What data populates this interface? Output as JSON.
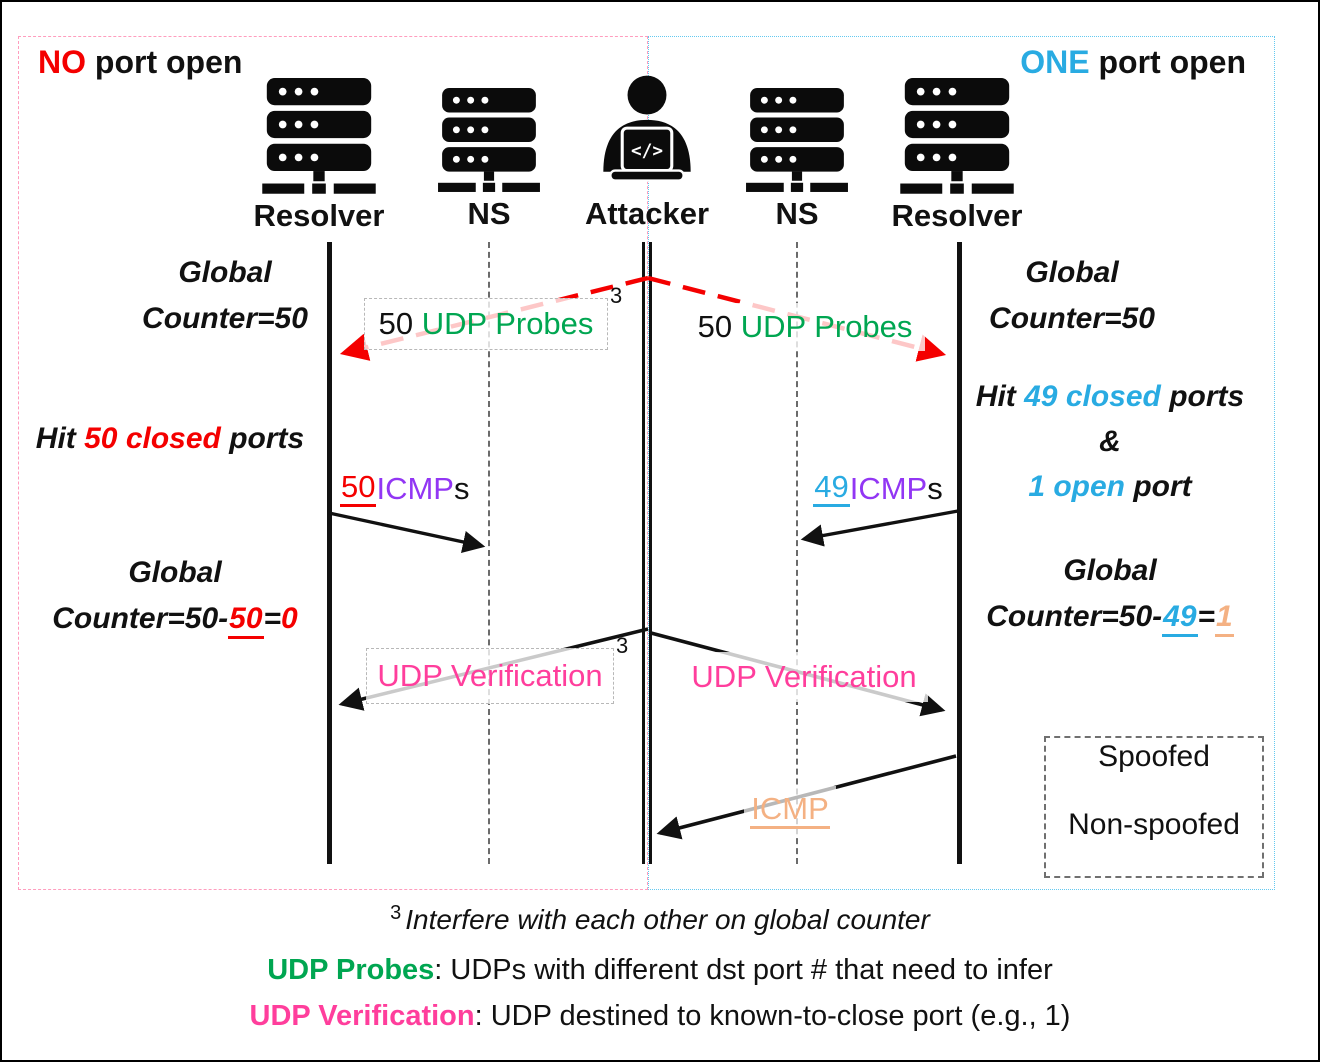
{
  "panels": {
    "left": {
      "title_accent": "NO",
      "title_rest": " port open"
    },
    "right": {
      "title_accent": "ONE",
      "title_rest": " port open"
    }
  },
  "entities": [
    {
      "label": "Resolver",
      "icon": "server-icon"
    },
    {
      "label": "NS",
      "icon": "server-icon"
    },
    {
      "label": "Attacker",
      "icon": "attacker-icon"
    },
    {
      "label": "NS",
      "icon": "server-icon"
    },
    {
      "label": "Resolver",
      "icon": "server-icon"
    }
  ],
  "attacker_icon_code": "</>",
  "left": {
    "counter_top_l1": "Global",
    "counter_top_l2": "Counter=50",
    "hit_pre": "Hit ",
    "hit_accent": "50 closed",
    "hit_post": " ports",
    "counter_bot_l1": "Global",
    "counter_bot_pre": "Counter=50-",
    "counter_bot_sub": "50",
    "counter_bot_eq": "=",
    "counter_bot_res": "0",
    "probes_count": "50 ",
    "probes_label": "UDP Probes",
    "probes_sup": "3",
    "icmp_count": "50",
    "icmp_label": " ICMP",
    "icmp_suffix": "s",
    "verify_label": "UDP Verification",
    "verify_sup": "3"
  },
  "right": {
    "counter_top_l1": "Global",
    "counter_top_l2": "Counter=50",
    "hit_pre": "Hit ",
    "hit_accent": "49 closed",
    "hit_post": " ports",
    "hit_amp": "&",
    "hit2_accent": "1 open",
    "hit2_post": " port",
    "counter_bot_l1": "Global",
    "counter_bot_pre": "Counter=50-",
    "counter_bot_sub": "49",
    "counter_bot_eq": "=",
    "counter_bot_res": "1",
    "probes_count": "50 ",
    "probes_label": "UDP Probes",
    "icmp_count": "49",
    "icmp_label": " ICMP",
    "icmp_suffix": "s",
    "verify_label": "UDP Verification",
    "icmp_reply": "ICMP"
  },
  "legend": {
    "spoofed": "Spoofed",
    "non_spoofed": "Non-spoofed"
  },
  "footnotes": {
    "sup": "3",
    "line1": "Interfere with each other on global counter",
    "line2_accent": "UDP Probes",
    "line2_rest": ": UDPs with different dst port # that need to infer",
    "line3_accent": "UDP Verification",
    "line3_rest": ": UDP destined to known-to-close port (e.g., 1)"
  },
  "colors": {
    "red": "#f40000",
    "green": "#00a651",
    "pink": "#ff3e9c",
    "purple": "#9236f4",
    "cyan": "#29abe2",
    "orange": "#f4b183",
    "black": "#111111"
  }
}
